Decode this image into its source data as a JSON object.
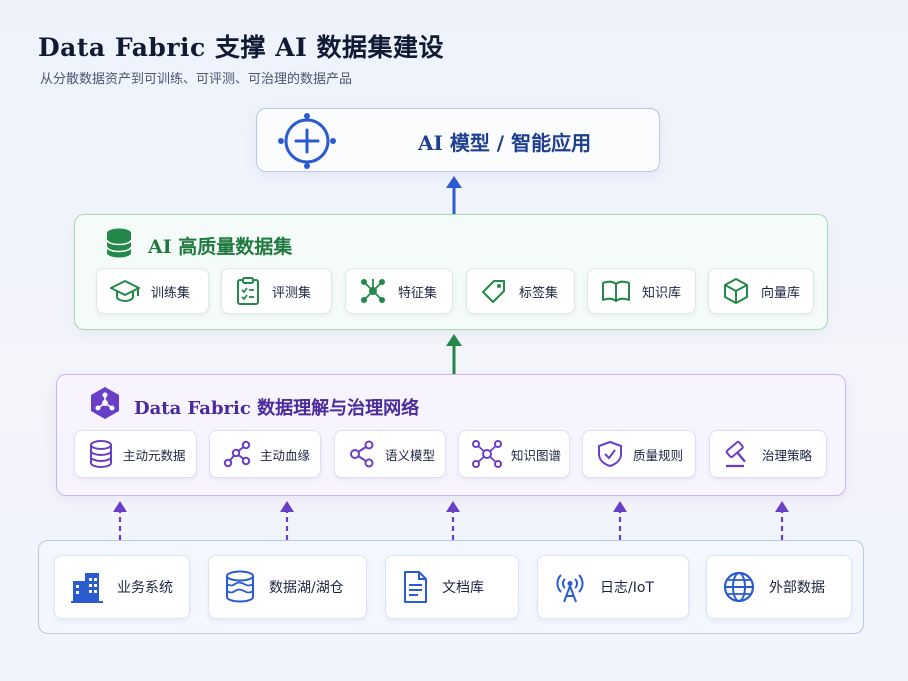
{
  "header": {
    "title": "Data Fabric 支撑 AI 数据集建设",
    "subtitle": "从分散数据资产到可训练、可评测、可治理的数据产品"
  },
  "top": {
    "label": "AI 模型 / 智能应用",
    "icon": "target-crosshair-icon"
  },
  "dataset_layer": {
    "title": "AI 高质量数据集",
    "icon": "database-icon",
    "items": [
      {
        "label": "训练集",
        "icon": "graduation-cap-icon"
      },
      {
        "label": "评测集",
        "icon": "clipboard-check-icon"
      },
      {
        "label": "特征集",
        "icon": "network-nodes-icon"
      },
      {
        "label": "标签集",
        "icon": "tag-icon"
      },
      {
        "label": "知识库",
        "icon": "book-open-icon"
      },
      {
        "label": "向量库",
        "icon": "cube-icon"
      }
    ]
  },
  "fabric_layer": {
    "title": "Data Fabric 数据理解与治理网络",
    "icon": "hexagon-network-icon",
    "items": [
      {
        "label": "主动元数据",
        "icon": "database-icon"
      },
      {
        "label": "主动血缘",
        "icon": "lineage-icon"
      },
      {
        "label": "语义模型",
        "icon": "share-nodes-icon"
      },
      {
        "label": "知识图谱",
        "icon": "graph-icon"
      },
      {
        "label": "质量规则",
        "icon": "shield-check-icon"
      },
      {
        "label": "治理策略",
        "icon": "gavel-icon"
      }
    ]
  },
  "source_layer": {
    "items": [
      {
        "label": "业务系统",
        "icon": "buildings-icon"
      },
      {
        "label": "数据湖/湖仓",
        "icon": "database-lake-icon"
      },
      {
        "label": "文档库",
        "icon": "document-icon"
      },
      {
        "label": "日志/IoT",
        "icon": "antenna-icon"
      },
      {
        "label": "外部数据",
        "icon": "globe-icon"
      }
    ]
  },
  "colors": {
    "blue": "#2a5bd0",
    "green": "#24884a",
    "purple": "#6a3fc8",
    "navy": "#1d3f8f"
  }
}
